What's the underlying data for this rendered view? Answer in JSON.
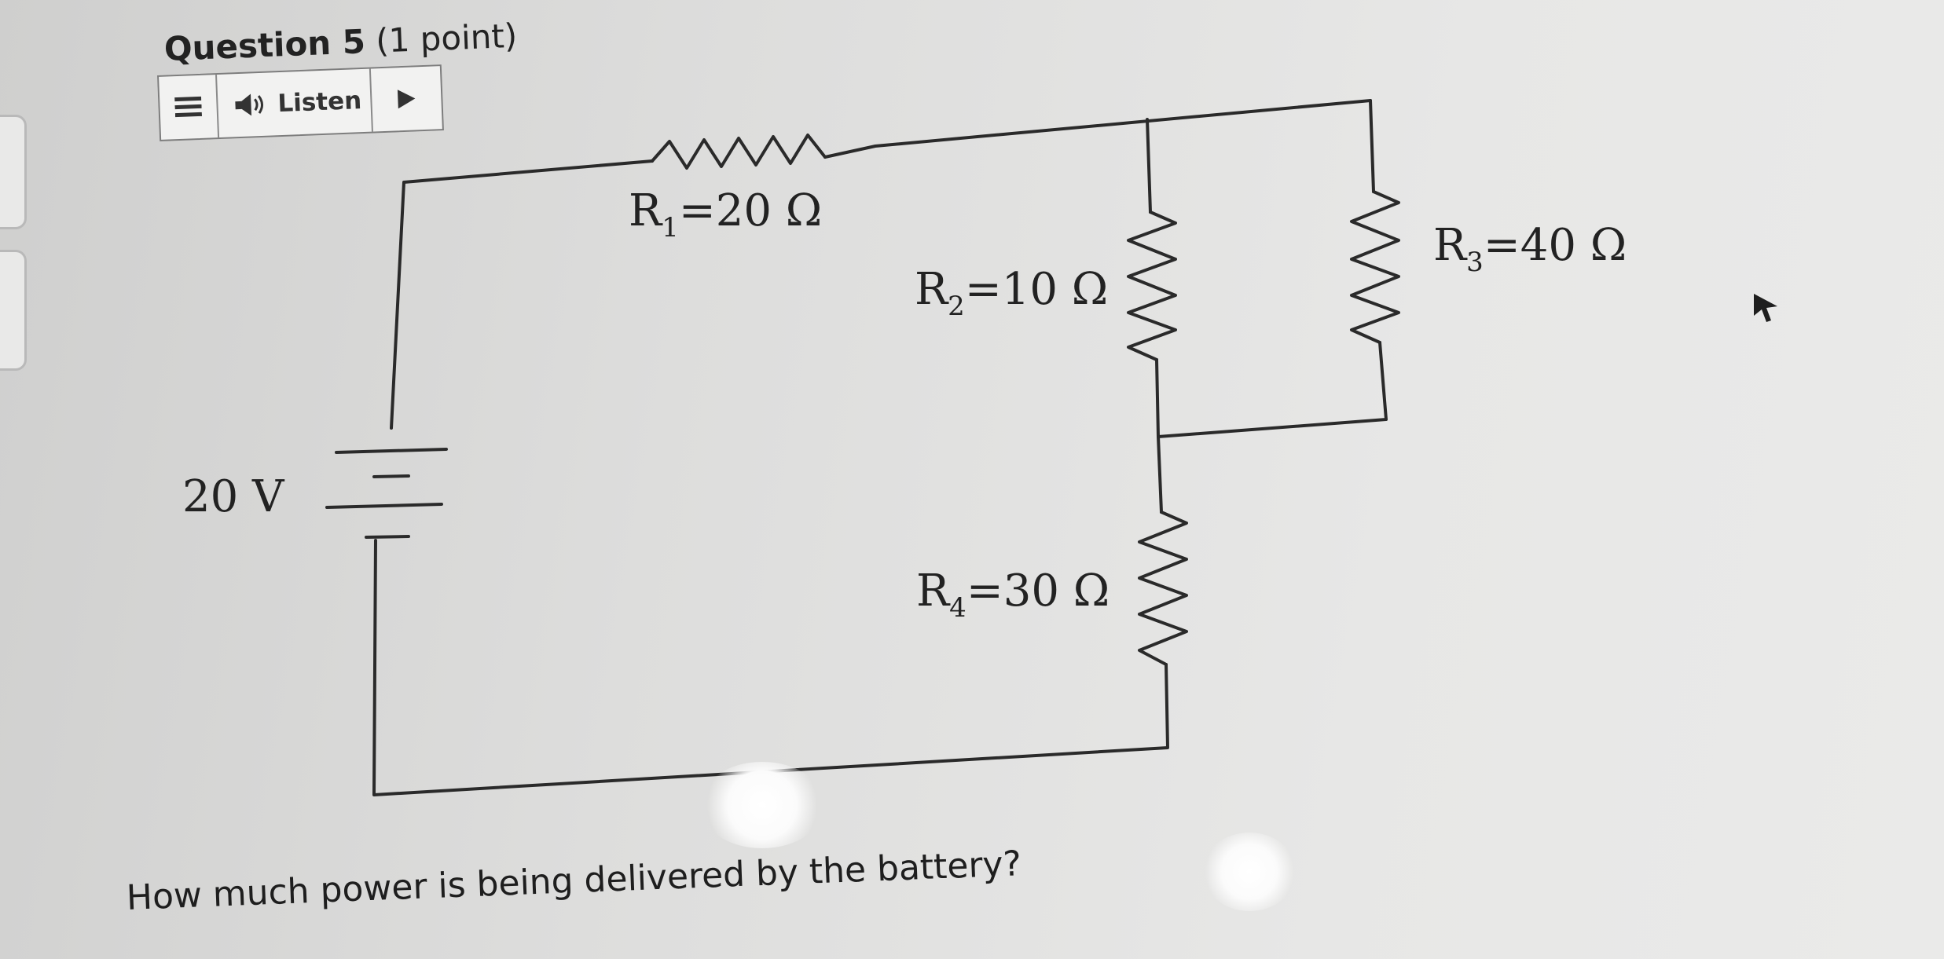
{
  "question": {
    "number_label": "Question 5",
    "points_label": "(1 point)",
    "prompt": "How much power is being delivered by the battery?"
  },
  "listen_toolbar": {
    "menu_icon": "hamburger-menu-icon",
    "speaker_icon": "speaker-icon",
    "listen_label": "Listen",
    "play_icon": "play-icon"
  },
  "circuit": {
    "battery_label": "20 V",
    "resistors": [
      {
        "name": "R",
        "sub": "1",
        "value": "=20 Ω"
      },
      {
        "name": "R",
        "sub": "2",
        "value": "=10 Ω"
      },
      {
        "name": "R",
        "sub": "3",
        "value": "=40 Ω"
      },
      {
        "name": "R",
        "sub": "4",
        "value": "=30 Ω"
      }
    ]
  },
  "colors": {
    "wire": "#2a2a2a",
    "text": "#222222",
    "background": "#dededd"
  }
}
